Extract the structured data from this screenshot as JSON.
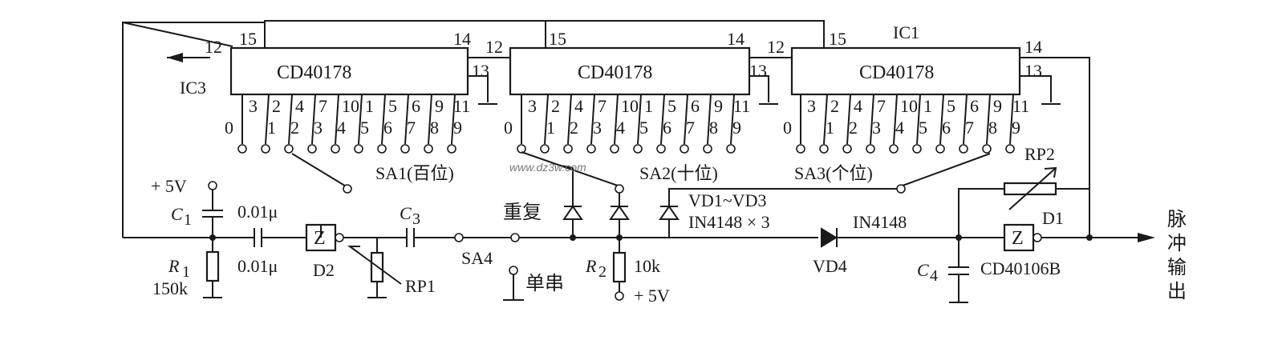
{
  "chips": {
    "ic3": {
      "name": "CD40178",
      "label": "IC3",
      "pin_left": "12",
      "pin_top_left": "15",
      "pin_top_right": "14",
      "pin_right": "13",
      "pin_gnd": "11"
    },
    "ic2": {
      "name": "CD40178",
      "pin_left": "12",
      "pin_top_left": "15",
      "pin_top_right": "14",
      "pin_right": "13",
      "pin_gnd": "11"
    },
    "ic1": {
      "name": "CD40178",
      "label": "IC1",
      "pin_left": "12",
      "pin_top_left": "15",
      "pin_top_right": "14",
      "pin_right": "13",
      "pin_gnd": "11"
    }
  },
  "pin_numbers": [
    "3",
    "2",
    "4",
    "7",
    "10",
    "1",
    "5",
    "6",
    "9"
  ],
  "output_digits": [
    "0",
    "1",
    "2",
    "3",
    "4",
    "5",
    "6",
    "7",
    "8",
    "9"
  ],
  "switches": {
    "sa1": "SA1(百位)",
    "sa2": "SA2(十位)",
    "sa3": "SA3(个位)",
    "sa4": "SA4",
    "repeat": "重复",
    "single": "单串"
  },
  "components": {
    "supply_top": "+ 5V",
    "supply_bottom": "+ 5V",
    "c1_name": "C",
    "c1_sub": "1",
    "c1_value": "0.01μ",
    "c2_value": "0.01μ",
    "c3_name": "C",
    "c3_sub": "3",
    "c4_name": "C",
    "c4_sub": "4",
    "r1_name": "R",
    "r1_sub": "1",
    "r1_value": "150k",
    "r2_name": "R",
    "r2_sub": "2",
    "r2_value": "10k",
    "d2": "D2",
    "rp1": "RP1",
    "rp2": "RP2",
    "d1": "D1",
    "vd_range": "VD1~VD3",
    "vd_part": "IN4148 × 3",
    "vd4": "VD4",
    "vd4_part": "IN4148",
    "d1_part": "CD40106B",
    "schmitt_symbol": "Z",
    "output": [
      "脉",
      "冲",
      "输",
      "出"
    ]
  },
  "watermark": "www.dz3w.com"
}
